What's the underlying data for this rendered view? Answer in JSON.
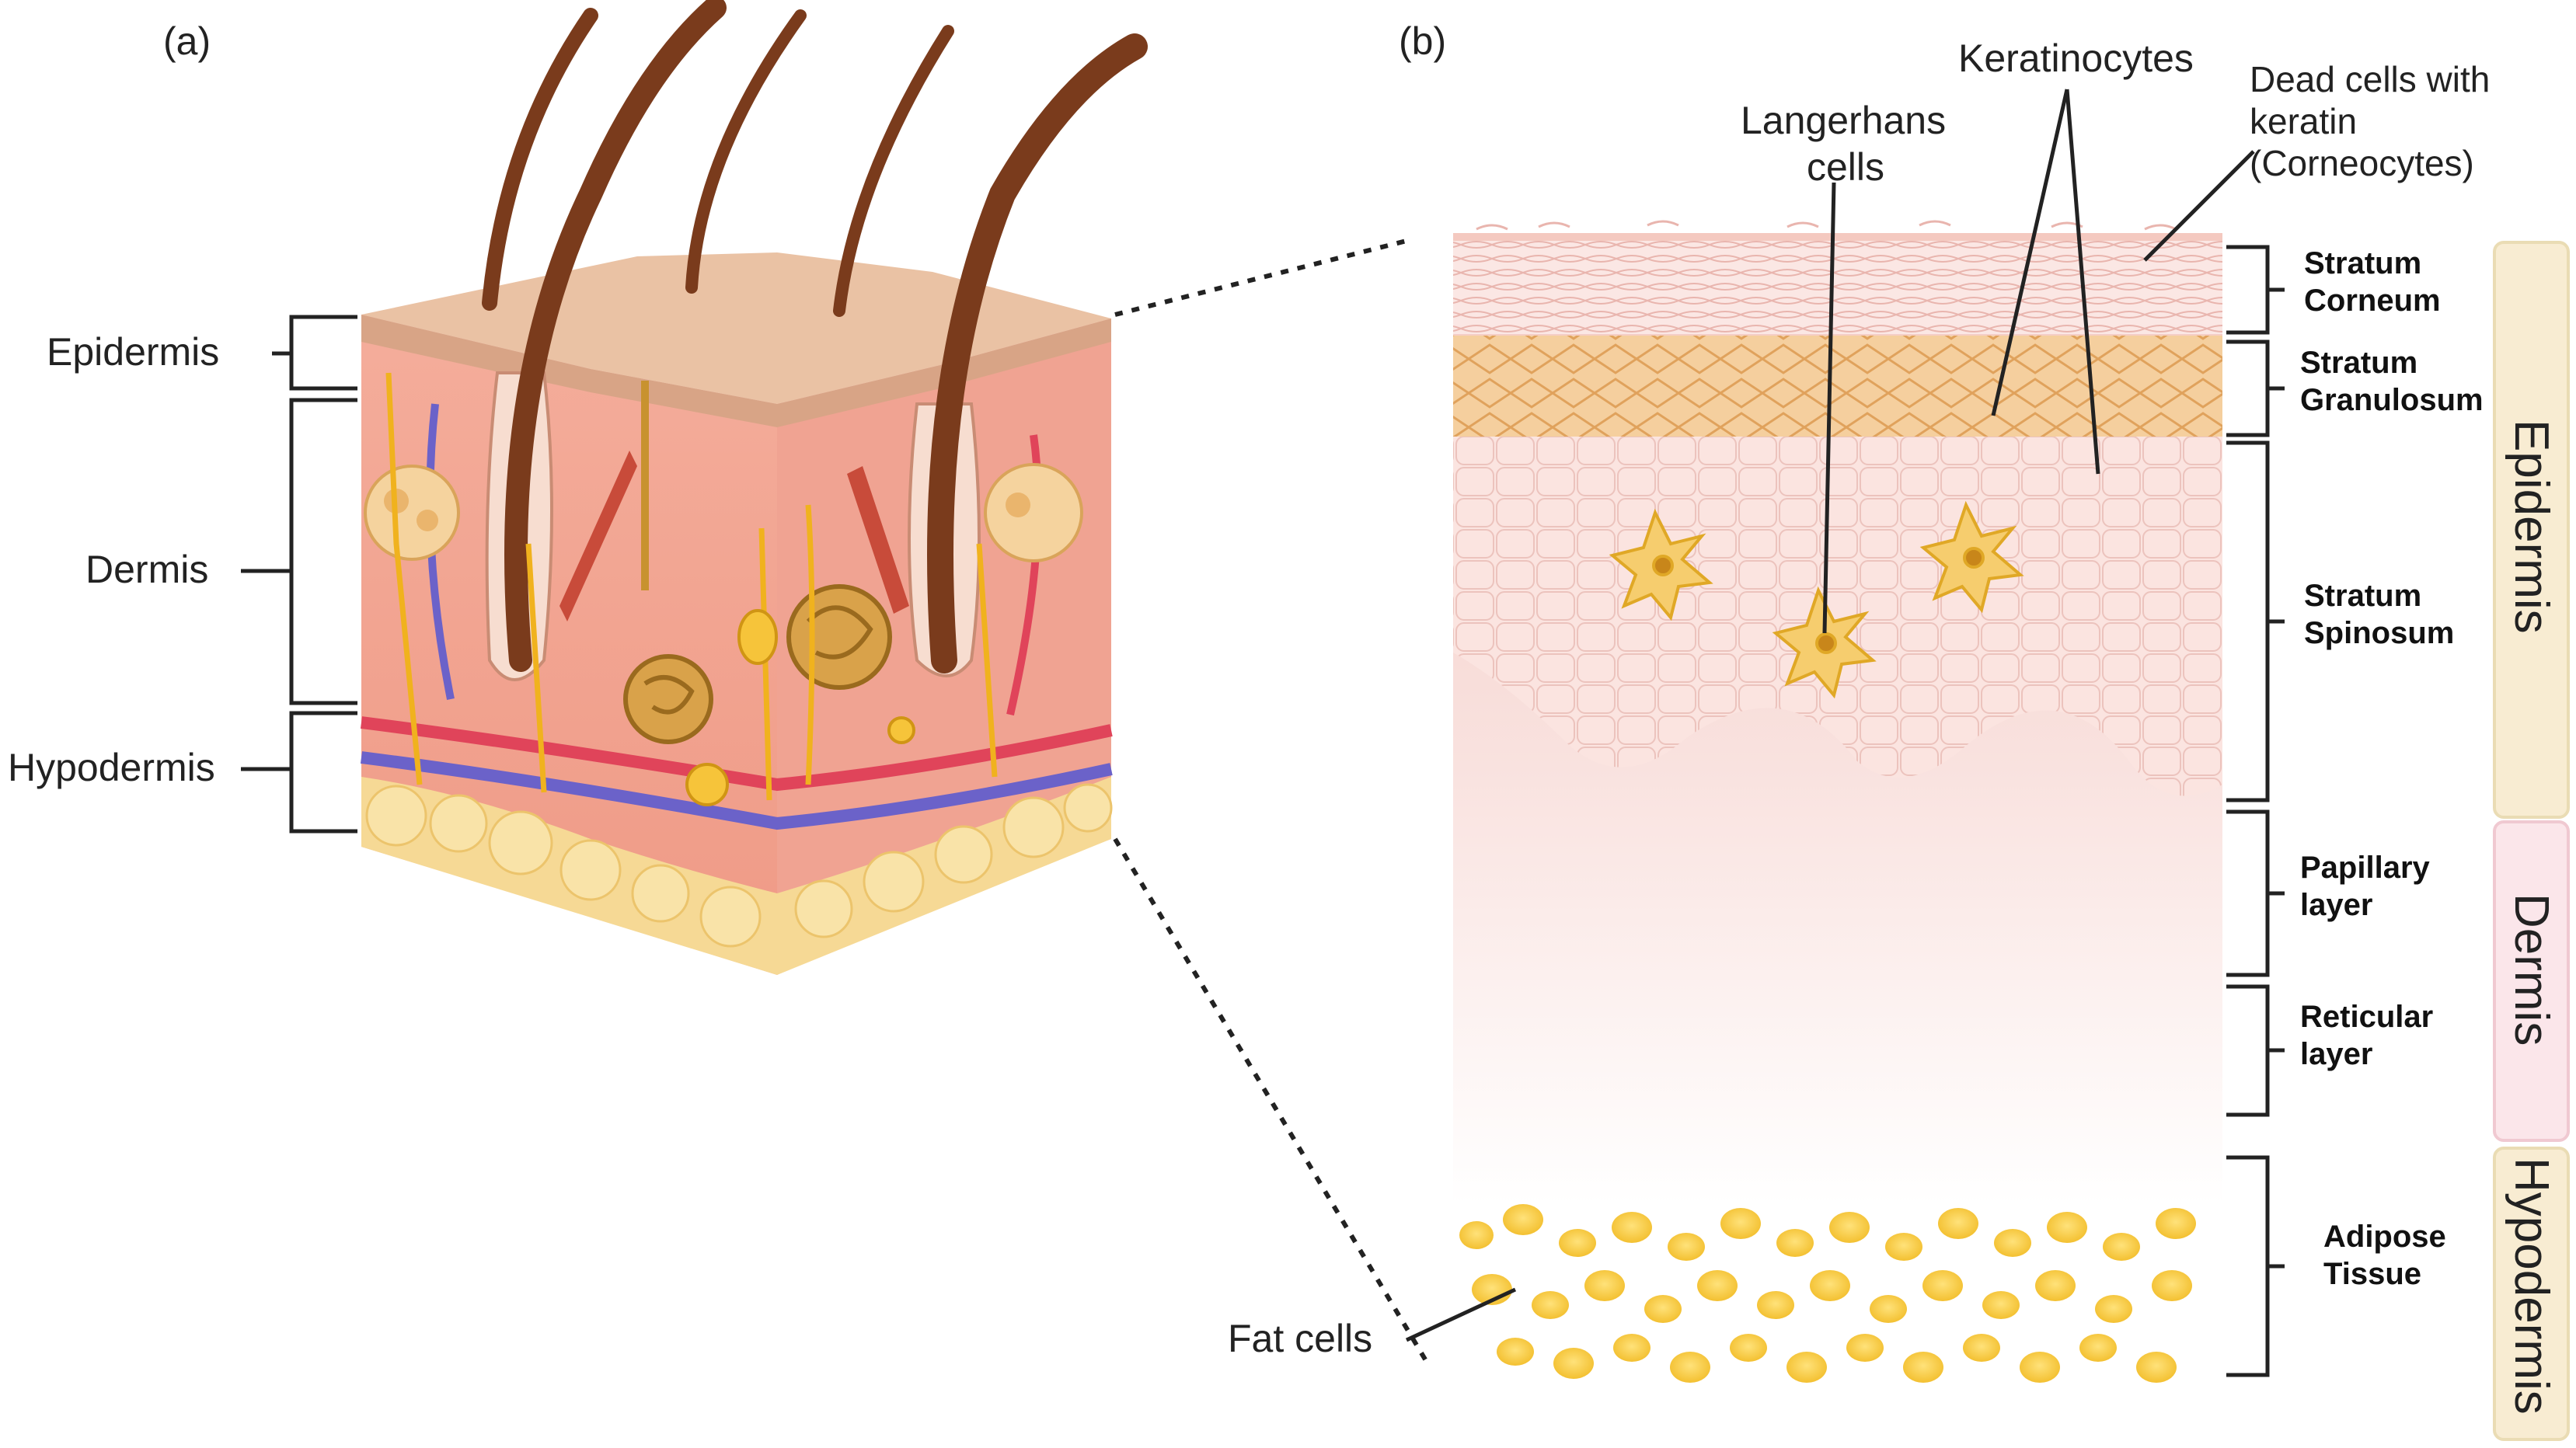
{
  "panel_a": {
    "tag": "(a)",
    "labels": {
      "epidermis": "Epidermis",
      "dermis": "Dermis",
      "hypodermis": "Hypodermis"
    }
  },
  "panel_b": {
    "tag": "(b)",
    "callouts": {
      "keratinocytes": "Keratinocytes",
      "langerhans_line1": "Langerhans",
      "langerhans_line2": "cells",
      "dead_cells_line1": "Dead cells with",
      "dead_cells_line2": "keratin",
      "dead_cells_line3": "(Corneocytes)",
      "fat_cells": "Fat cells"
    },
    "layers": {
      "stratum_corneum_1": "Stratum",
      "stratum_corneum_2": "Corneum",
      "stratum_granulosum_1": "Stratum",
      "stratum_granulosum_2": "Granulosum",
      "stratum_spinosum_1": "Stratum",
      "stratum_spinosum_2": "Spinosum",
      "papillary_1": "Papillary",
      "papillary_2": "layer",
      "reticular_1": "Reticular",
      "reticular_2": "layer",
      "adipose_1": "Adipose",
      "adipose_2": "Tissue"
    },
    "regions": {
      "epidermis": "Epidermis",
      "dermis": "Dermis",
      "hypodermis": "Hypodermis"
    }
  },
  "colors": {
    "skin_top": "#e6b99b",
    "dermis": "#f2a99a",
    "fat": "#f6d68a",
    "hair": "#7a3b1c",
    "vessel_red": "#e0445a",
    "vessel_blue": "#6b62c9",
    "nerve": "#f0b21e",
    "epi_box": "#f8ecd2",
    "dermis_box": "#fbe6ea",
    "hypo_box": "#f8ecd2"
  }
}
